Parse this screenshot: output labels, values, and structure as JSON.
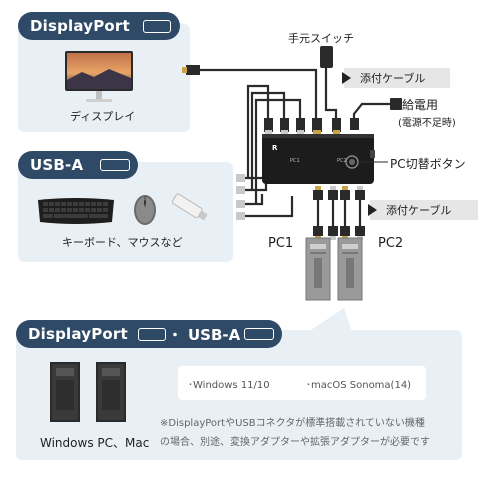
{
  "sections": {
    "displayport": {
      "title": "DisplayPort",
      "device_label": "ディスプレイ"
    },
    "usba": {
      "title": "USB-A",
      "device_label": "キーボード、マウスなど"
    },
    "bottom": {
      "title_left": "DisplayPort",
      "title_sep": "・",
      "title_right": "USB-A",
      "pc_label": "Windows PC、Mac",
      "os_left": "･Windows 11/10",
      "os_right": "･macOS Sonoma(14)",
      "note_line1": "※DisplayPortやUSBコネクタが標準搭載されていない機種",
      "note_line2": "の場合、別途、変換アダプターや拡張アダプターが必要です"
    }
  },
  "diagram": {
    "manual_switch": "手元スイッチ",
    "cable_tag_top": "添付ケーブル",
    "power_label": "給電用",
    "power_sub": "(電源不足時)",
    "pc_switch_button": "PC切替ボタン",
    "cable_tag_mid": "添付ケーブル",
    "pc1": "PC1",
    "pc2": "PC2",
    "switch_button_1": "PC1",
    "switch_button_2": "PC2"
  },
  "colors": {
    "panel_bg": "#e9f0f5",
    "pill_bg": "#2f4a66",
    "switch_body": "#1c1c1c",
    "cable": "#2a2a2a",
    "tag_bg": "#e6e6e6"
  }
}
